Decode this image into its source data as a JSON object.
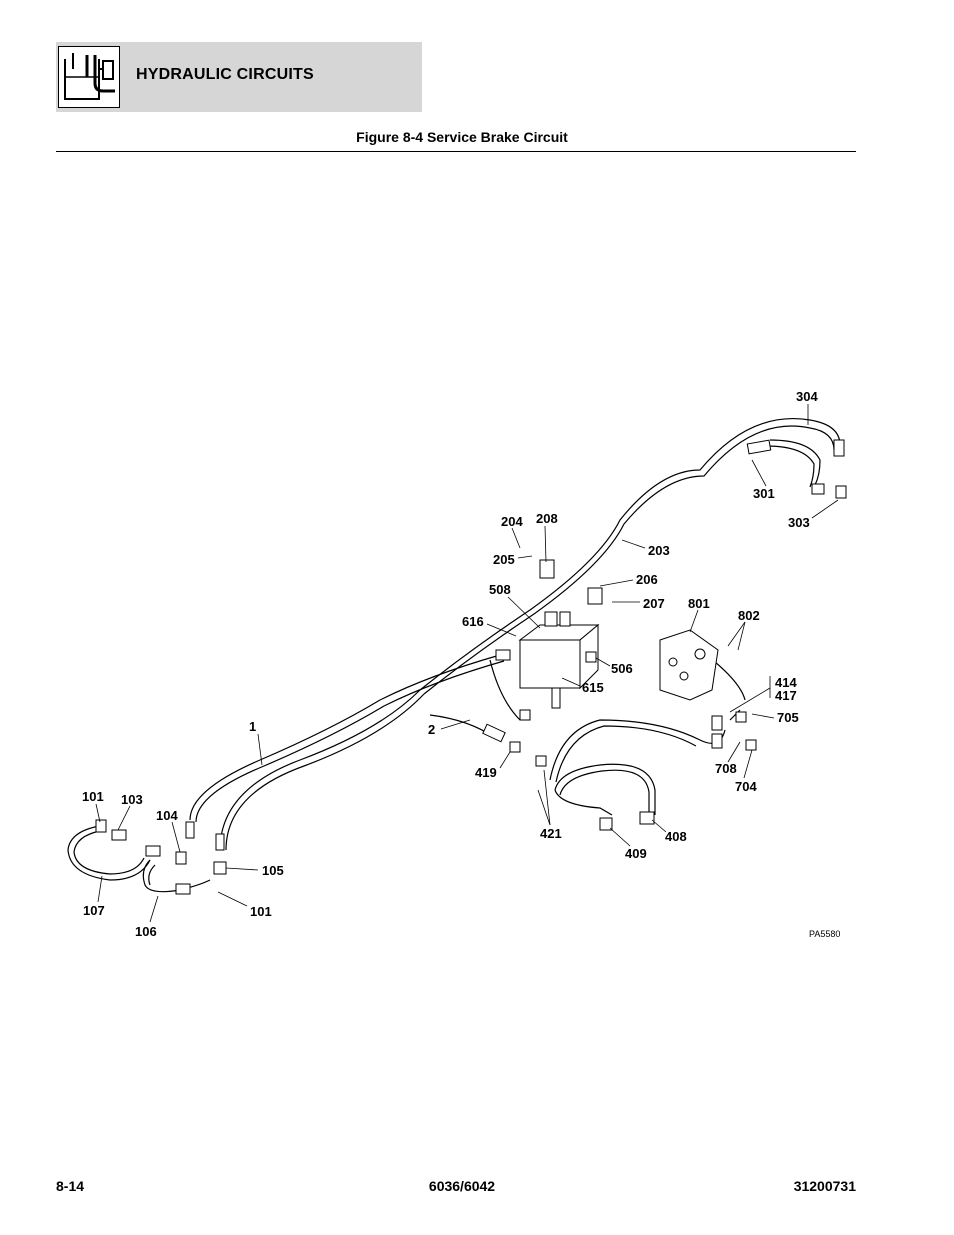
{
  "header": {
    "section_title": "HYDRAULIC CIRCUITS",
    "icon": "hydraulic-reservoir-icon"
  },
  "figure": {
    "title": "Figure 8-4 Service Brake Circuit",
    "drawing_code": "PA5580"
  },
  "callouts": {
    "c304": "304",
    "c301": "301",
    "c303": "303",
    "c203": "203",
    "c204": "204",
    "c208": "208",
    "c205": "205",
    "c206": "206",
    "c207": "207",
    "c508": "508",
    "c616": "616",
    "c801": "801",
    "c802": "802",
    "c506": "506",
    "c615": "615",
    "c414": "414",
    "c417": "417",
    "c705": "705",
    "c1": "1",
    "c2": "2",
    "c419": "419",
    "c708": "708",
    "c704": "704",
    "c421": "421",
    "c408": "408",
    "c409": "409",
    "c101a": "101",
    "c103": "103",
    "c104": "104",
    "c105": "105",
    "c107": "107",
    "c106": "106",
    "c101b": "101"
  },
  "footer": {
    "page_number": "8-14",
    "model": "6036/6042",
    "manual_number": "31200731"
  }
}
